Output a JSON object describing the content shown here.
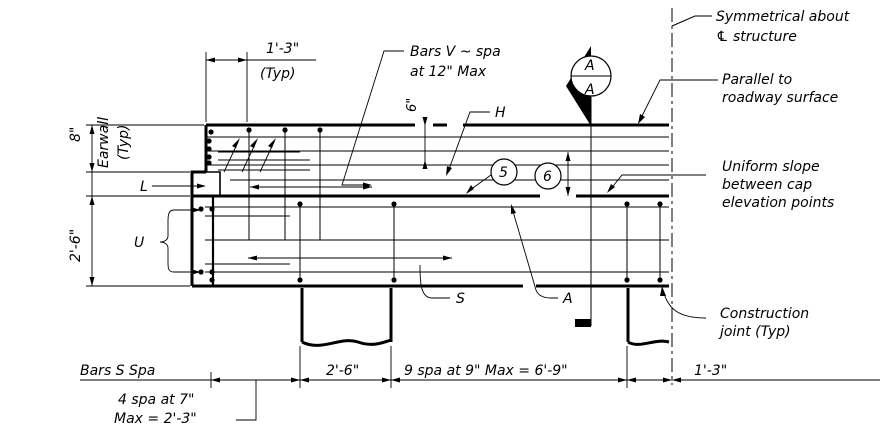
{
  "labels": {
    "top_dim": "1'-3\"",
    "top_dim_typ": "(Typ)",
    "bars_v": "Bars V ~ spa",
    "bars_v_2": "at 12\" Max",
    "symm_1": "Symmetrical about",
    "symm_2": "℄ structure",
    "parallel_1": "Parallel to",
    "parallel_2": "roadway surface",
    "uniform_1": "Uniform slope",
    "uniform_2": "between cap",
    "uniform_3": "elevation points",
    "construction_1": "Construction",
    "construction_2": "joint (Typ)",
    "dim_8": "8\"",
    "earwall_1": "Earwall",
    "earwall_2": "(Typ)",
    "dim_6": "6\"",
    "h": "H",
    "l": "L",
    "u": "U",
    "s": "S",
    "a": "A",
    "dim_2_6_left": "2'-6\"",
    "callout_5": "5",
    "callout_6": "6",
    "section_top": "A",
    "section_bottom": "A",
    "bars_s_spa": "Bars S Spa",
    "dim_2_6_bottom": "2'-6\"",
    "dim_9spa": "9 spa at 9\" Max = 6'-9\"",
    "dim_1_3_bottom": "1'-3\"",
    "four_spa_1": "4 spa at 7\"",
    "four_spa_2": "Max = 2'-3\""
  }
}
